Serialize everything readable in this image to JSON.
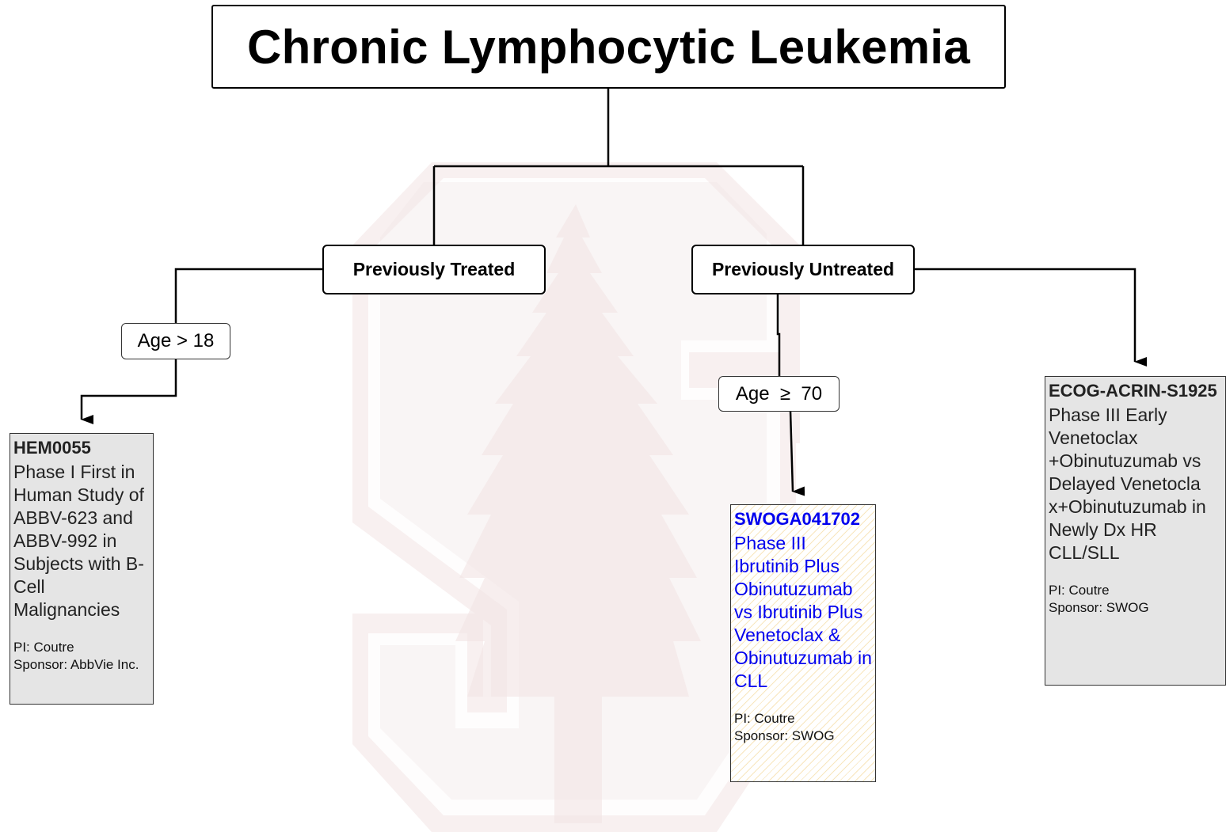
{
  "title": "Chronic Lymphocytic Leukemia",
  "branches": {
    "treated": "Previously Treated",
    "untreated": "Previously Untreated"
  },
  "conditions": {
    "treated_age": "Age > 18",
    "untreated_age": "Age  ≥  70"
  },
  "trials": {
    "hem0055": {
      "id": "HEM0055",
      "description": "Phase I First in Human Study of ABBV-623 and ABBV-992 in Subjects with B-Cell Malignancies",
      "pi": "PI: Coutre",
      "sponsor": "Sponsor: AbbVie Inc."
    },
    "swoga041702": {
      "id": "SWOGA041702",
      "description": "Phase III Ibrutinib Plus Obinutuzumab vs Ibrutinib Plus Venetoclax & Obinutuzumab in CLL",
      "pi": "PI: Coutre",
      "sponsor": "Sponsor: SWOG"
    },
    "ecog": {
      "id": "ECOG-ACRIN-S1925",
      "description": "Phase III Early Venetoclax +Obinutuzumab vs Delayed Venetocla x+Obinutuzumab in Newly Dx HR CLL/SLL",
      "pi": "PI: Coutre",
      "sponsor": "Sponsor: SWOG"
    }
  },
  "colors": {
    "gray_box": "#e5e5e5",
    "highlight_text": "#0000ee",
    "watermark": "#f2e4e4"
  },
  "icons": {
    "watermark": "stanford-tree-logo"
  }
}
